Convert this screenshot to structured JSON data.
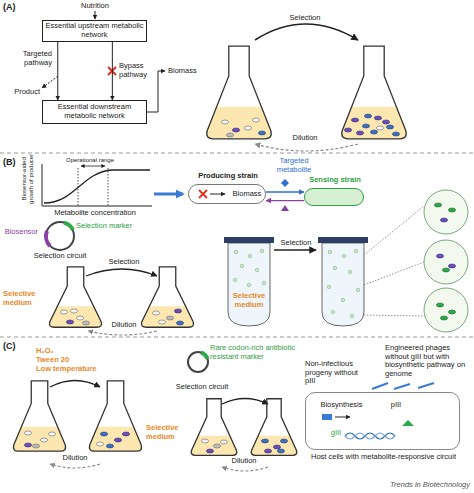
{
  "diagram": {
    "nodes": [
      {
        "text": [
          "Essential upstream metabolic network"
        ]
      },
      {
        "text": [
          "Essential downstream metabolic network"
        ]
      },
      {
        "text": [
          "Producing strain",
          "Biomass"
        ]
      },
      {
        "text": [
          "Sensing strain"
        ]
      },
      {
        "text": [
          "Biosynthesis",
          "pIII",
          "gIII",
          "Host cells with metabolite-responsive circuit"
        ]
      }
    ],
    "edges": [
      {
        "from": 0,
        "to": 1,
        "arrow": "to",
        "label": "Targeted pathway"
      },
      {
        "from": 0,
        "to": 1,
        "arrow": "to",
        "label": "Bypass pathway"
      },
      {
        "from": 2,
        "to": 3,
        "arrow": "to",
        "label": "Targeted metabolite"
      },
      {
        "from": 3,
        "to": 2,
        "arrow": "to"
      }
    ],
    "labels": [
      "(A)",
      "Nutrition",
      "Product",
      "Biomass",
      "Selection",
      "Dilution",
      "(B)",
      "Biosensor-aided growth of producer",
      "Operational range",
      "Metabolite concentration",
      "Biosensor",
      "Selection marker",
      "Selection circuit",
      "Selective medium",
      "Selection",
      "Dilution",
      "Selection",
      "Selective medium",
      "(C)",
      "H₂O₂",
      "Tween 20",
      "Low temperature",
      "Dilution",
      "Rare codon-rich antibiotic resistant marker",
      "Selection circuit",
      "Selective medium",
      "Dilution",
      "Engineered phages without gIII but with biosynthetic pathway on genome",
      "Non-infectious progeny without pIII",
      "Trends in Biotechnology"
    ]
  }
}
